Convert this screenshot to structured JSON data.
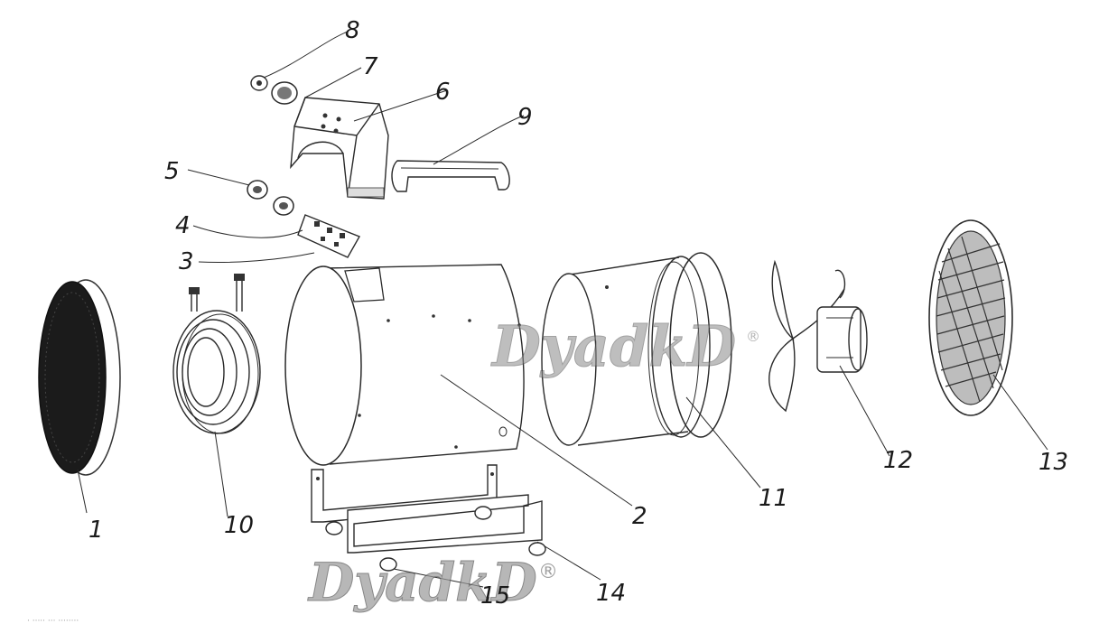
{
  "labels": {
    "p1": "1",
    "p2": "2",
    "p3": "3",
    "p4": "4",
    "p5": "5",
    "p6": "6",
    "p7": "7",
    "p8": "8",
    "p9": "9",
    "p10": "10",
    "p11": "11",
    "p12": "12",
    "p13": "13",
    "p14": "14",
    "p15": "15"
  },
  "watermark": {
    "text": "DyadkD",
    "registered": "®"
  },
  "footer_text": "· ····· ··· ········"
}
